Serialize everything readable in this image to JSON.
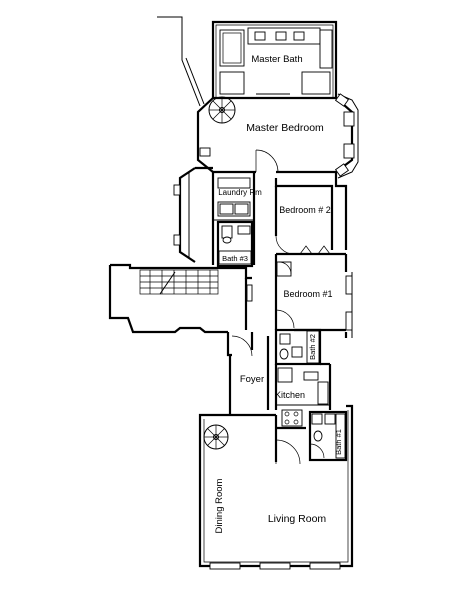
{
  "rooms": {
    "master_bath": "Master Bath",
    "master_bedroom": "Master Bedroom",
    "laundry_rm": "Laundry Rm",
    "bedroom_2": "Bedroom # 2",
    "bath_3": "Bath #3",
    "bedroom_1": "Bedroom #1",
    "bath_2": "Bath #2",
    "foyer": "Foyer",
    "kitchen": "Kitchen",
    "bath_1": "Bath #1",
    "dining_room": "Dining Room",
    "living_room": "Living Room"
  },
  "colors": {
    "line": "#000000",
    "background": "#ffffff"
  }
}
